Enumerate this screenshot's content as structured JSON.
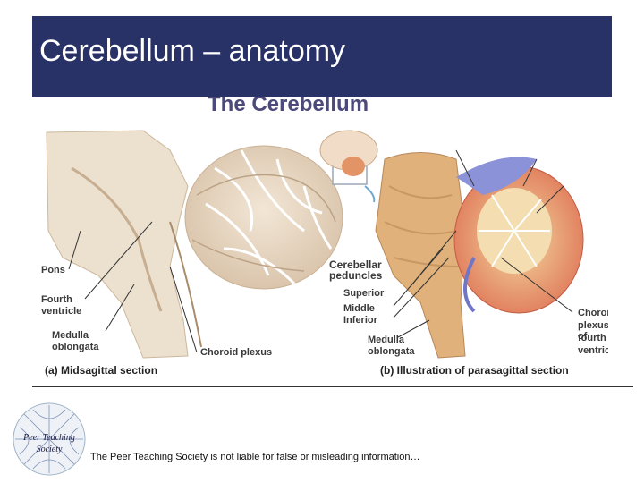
{
  "slide": {
    "title": "Cerebellum – anatomy",
    "footer": "The Peer Teaching Society is not liable for false or misleading information…"
  },
  "figure": {
    "header": "The Cerebellum",
    "left_labels": {
      "pons": "Pons",
      "fourth_ventricle_1": "Fourth",
      "fourth_ventricle_2": "ventricle",
      "medulla_1": "Medulla",
      "medulla_2": "oblongata",
      "choroid_plexus": "Choroid plexus"
    },
    "right_labels": {
      "peduncles_1": "Cerebellar",
      "peduncles_2": "peduncles",
      "superior": "Superior",
      "middle": "Middle",
      "inferior": "Inferior",
      "medulla_1": "Medulla",
      "medulla_2": "oblongata",
      "choroid_1": "Choroid",
      "choroid_2": "plexus of",
      "choroid_3": "fourth",
      "choroid_4": "ventricle"
    },
    "caption_a_letter": "(a)",
    "caption_a": "Midsagittal section",
    "caption_b_letter": "(b)",
    "caption_b": "Illustration of parasagittal section"
  },
  "logo_text": {
    "line1": "Peer Teaching",
    "line2": "Society"
  },
  "colors": {
    "title_bar": "#283266",
    "title_text": "#ffffff"
  }
}
